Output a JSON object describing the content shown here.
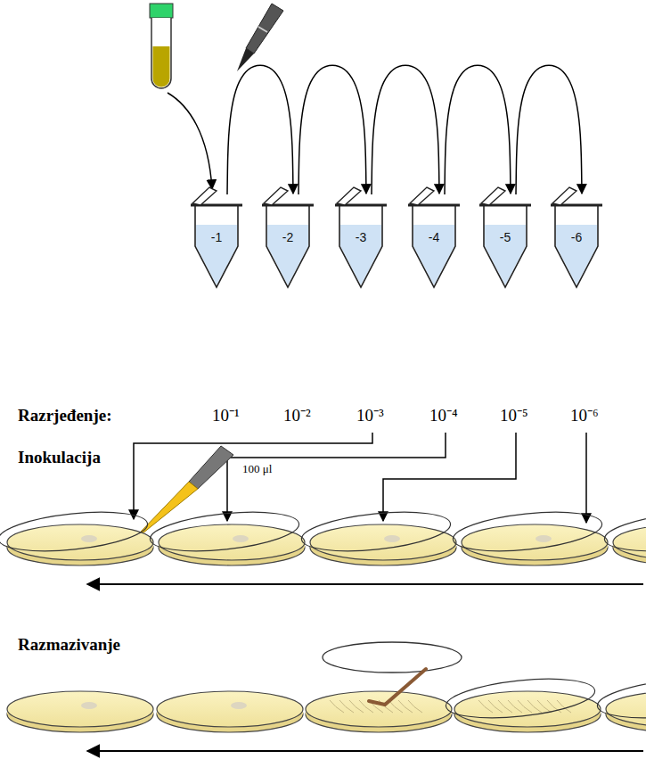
{
  "diagram": {
    "nodes": [
      {
        "text": [
          "-1"
        ]
      },
      {
        "text": [
          "-2"
        ]
      },
      {
        "text": [
          "-3"
        ]
      },
      {
        "text": [
          "-4"
        ]
      },
      {
        "text": [
          "-5"
        ]
      },
      {
        "text": [
          "-6"
        ]
      }
    ],
    "edges": [
      {
        "from": 0,
        "to": 1,
        "arrow": "to"
      },
      {
        "from": 1,
        "to": 2,
        "arrow": "to"
      },
      {
        "from": 2,
        "to": 3,
        "arrow": "to"
      },
      {
        "from": 3,
        "to": 4,
        "arrow": "to"
      },
      {
        "from": 4,
        "to": 5,
        "arrow": "to"
      }
    ],
    "labels": [
      "Razrjeđenje:",
      "10⁻¹",
      "10⁻²",
      "10⁻³",
      "10⁻⁴",
      "10⁻⁵",
      "10⁻⁶",
      "Inokulacija",
      "100 μl",
      "Razmazivanje"
    ]
  }
}
